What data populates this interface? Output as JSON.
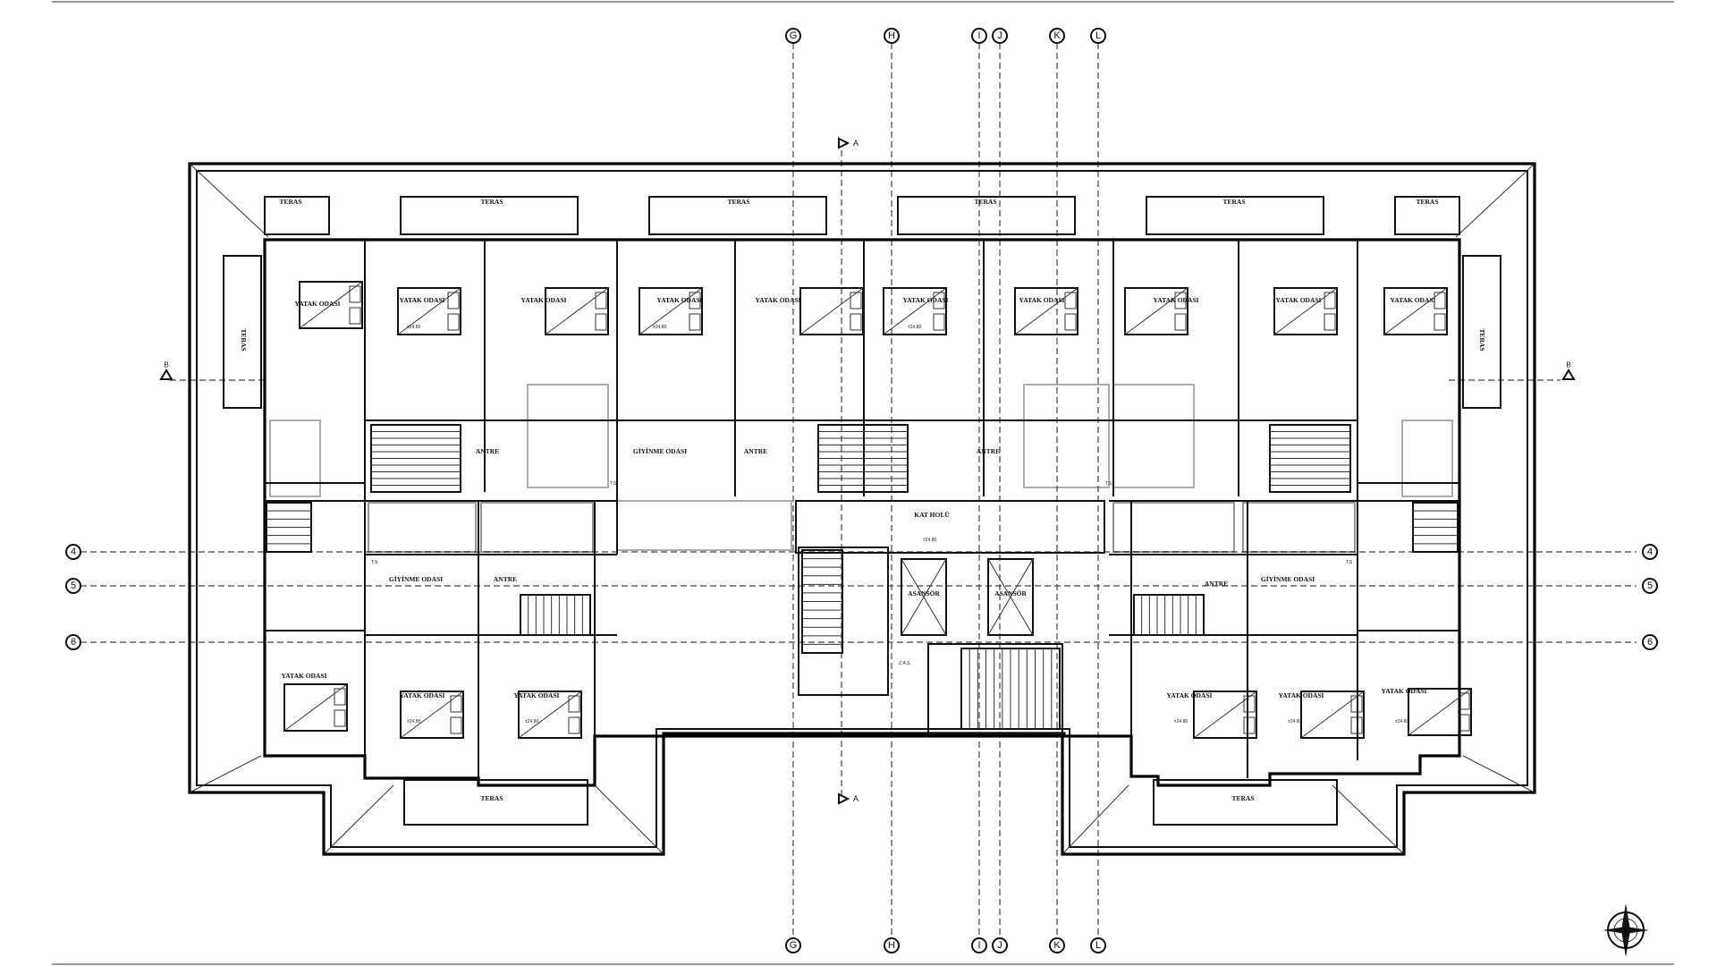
{
  "grid_axes": {
    "vertical": [
      "G",
      "H",
      "I",
      "J",
      "K",
      "L"
    ],
    "horizontal": [
      "4",
      "5",
      "6"
    ]
  },
  "section_markers": {
    "section_a": "A",
    "section_b": "B"
  },
  "room_labels": {
    "yatak_odasi": "YATAK ODASI",
    "giyinme_odasi": "GİYİNME ODASI",
    "antre": "ANTRE",
    "teras": "TERAS",
    "kat_holu": "KAT HOLÜ",
    "asansor": "ASANSÖR"
  },
  "room_values": {
    "bedroom_level": "±24.80",
    "stair_tag": "T.S",
    "lift_note": "Z.A.S"
  }
}
